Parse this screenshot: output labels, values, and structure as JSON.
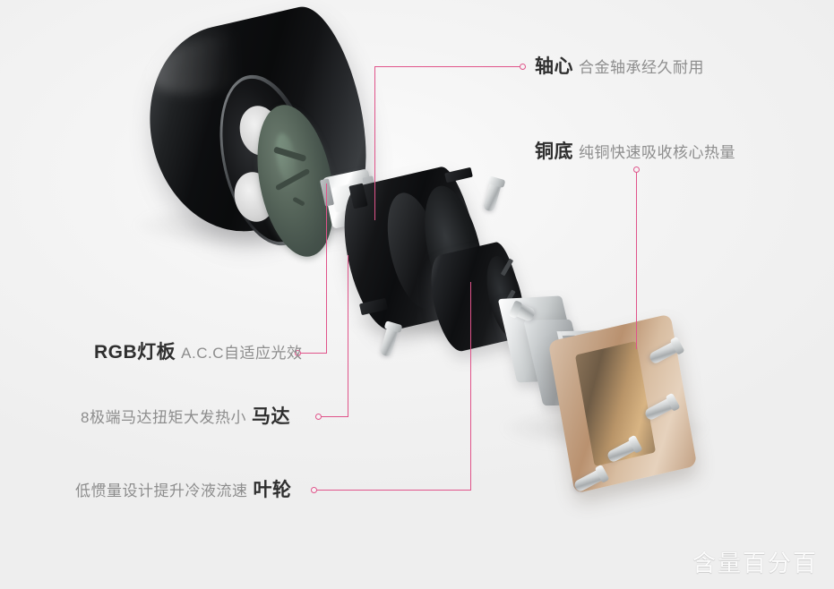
{
  "meta": {
    "subject": "Exploded view diagram of a liquid-cooling pump head assembly",
    "background_color": "#f3f3f3",
    "accent_color": "#e0548a"
  },
  "annotations": [
    {
      "id": "shaft",
      "title": "轴心",
      "description": "合金轴承经久耐用",
      "side": "right",
      "title_first": true
    },
    {
      "id": "copper-base",
      "title": "铜底",
      "description": "纯铜快速吸收核心热量",
      "side": "right",
      "title_first": true
    },
    {
      "id": "rgb-board",
      "title": "RGB灯板",
      "description": "A.C.C自适应光效",
      "side": "left",
      "title_first": true
    },
    {
      "id": "motor",
      "title": "马达",
      "description": "8极端马达扭矩大发热小",
      "side": "left",
      "title_first": false
    },
    {
      "id": "impeller",
      "title": "叶轮",
      "description": "低惯量设计提升冷液流速",
      "side": "left",
      "title_first": false
    }
  ],
  "watermark": {
    "text": "含量百分百"
  }
}
